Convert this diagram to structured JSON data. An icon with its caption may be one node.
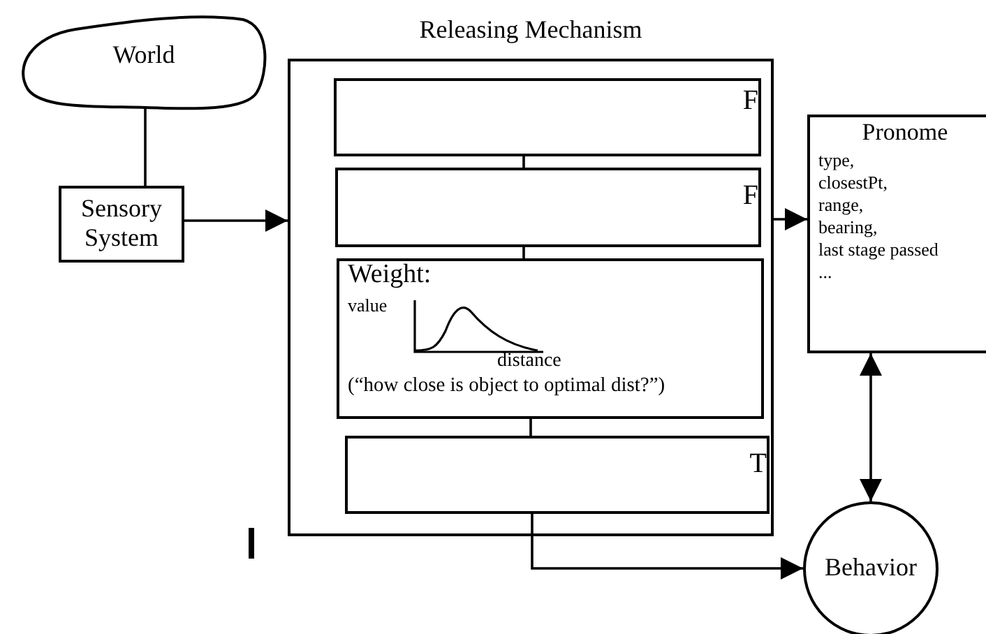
{
  "diagram": {
    "nodes": [
      {
        "text": [
          "World"
        ]
      },
      {
        "text": [
          "Sensory System"
        ]
      },
      {
        "text": [
          "Releasing Mechanism"
        ]
      },
      {
        "text": [
          "F"
        ],
        "in": 2
      },
      {
        "text": [
          "F"
        ],
        "in": 2
      },
      {
        "text": [
          "Weight:",
          "value",
          "distance",
          "(“how close is object to optimal dist?”)"
        ],
        "in": 2
      },
      {
        "text": [
          "T"
        ],
        "in": 2
      },
      {
        "text": [
          "Pronome",
          "type,",
          "closestPt,",
          "range,",
          "bearing,",
          "last stage passed",
          "..."
        ]
      },
      {
        "text": [
          "Behavior"
        ]
      }
    ],
    "edges": [
      {
        "from": 0,
        "to": 1,
        "arrow": "none"
      },
      {
        "from": 1,
        "to": 2,
        "arrow": "to"
      },
      {
        "from": 2,
        "to": 7,
        "arrow": "to"
      },
      {
        "from": 7,
        "to": 8,
        "arrow": "both"
      },
      {
        "from": 6,
        "to": 8,
        "arrow": "to"
      },
      {
        "from": 3,
        "to": 4,
        "arrow": "none"
      },
      {
        "from": 4,
        "to": 5,
        "arrow": "none"
      },
      {
        "from": 5,
        "to": 6,
        "arrow": "none"
      }
    ]
  }
}
